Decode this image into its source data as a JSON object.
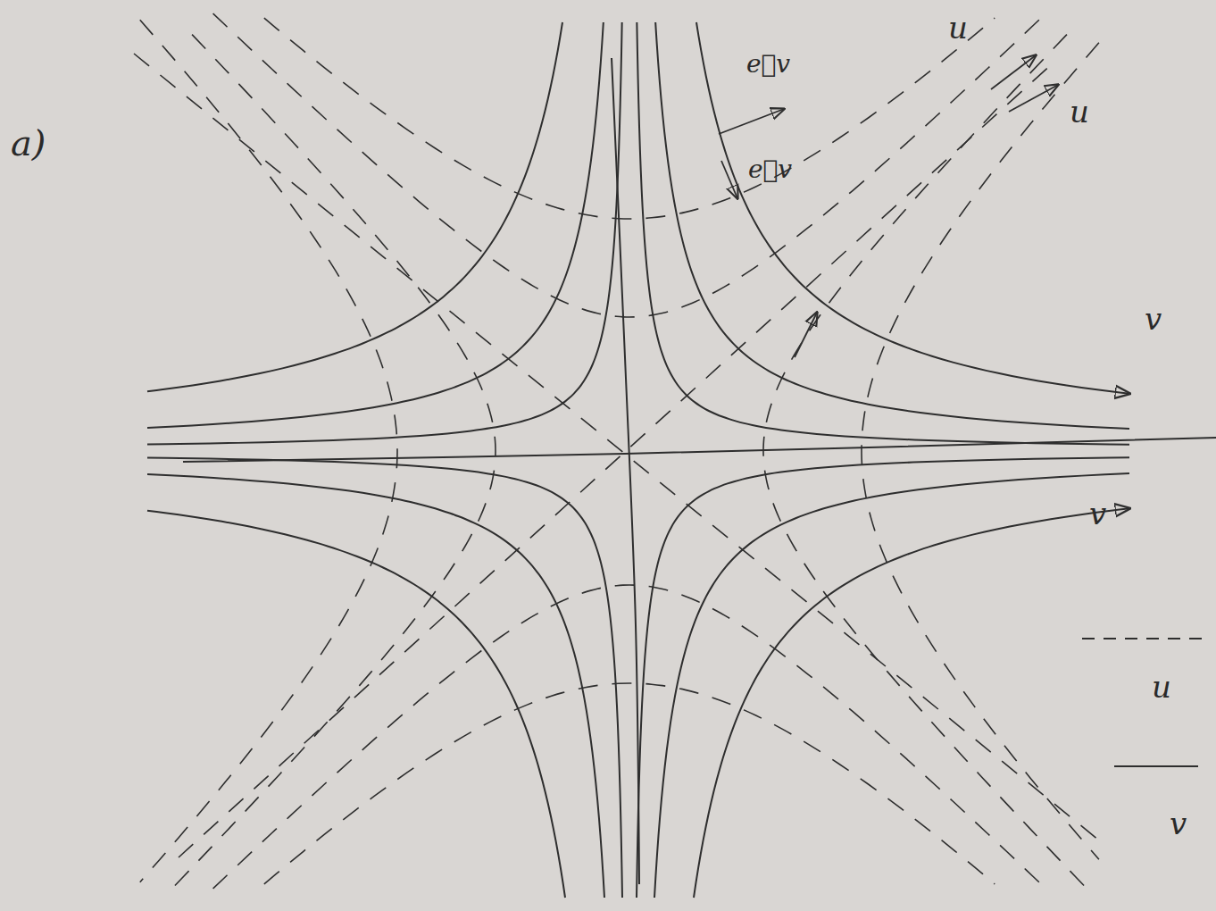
{
  "diagram": {
    "labels": [
      "a)",
      "e⃗v",
      "e⃗v",
      "u",
      "u",
      "v",
      "v"
    ],
    "legend": [
      {
        "text": "u"
      },
      {
        "text": "v"
      }
    ]
  }
}
